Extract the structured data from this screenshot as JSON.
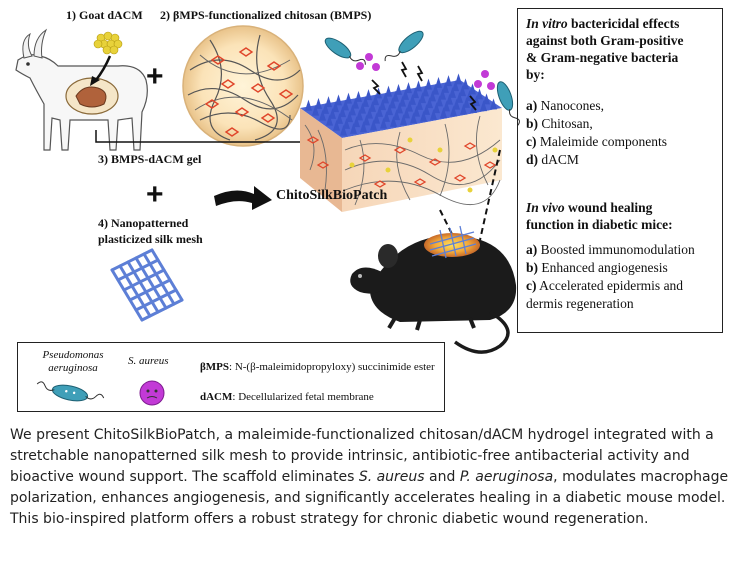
{
  "figure": {
    "label_1": "1) Goat dACM",
    "label_2": "2) βMPS-functionalized chitosan (BMPS)",
    "label_3": "3) BMPS-dACM gel",
    "label_4_line1": "4) Nanopatterned",
    "label_4_line2": "plasticized silk mesh",
    "plus_sign": "+",
    "product_label": "ChitoSilkBioPatch",
    "in_vitro": {
      "heading_italic": "In vitro",
      "heading_line1_rest": " bactericidal effects",
      "heading_line2": "against both Gram-positive",
      "heading_line3": "& Gram-negative bacteria",
      "heading_line4": "by:",
      "items": [
        {
          "marker": "a)",
          "text": " Nanocones,"
        },
        {
          "marker": "b)",
          "text": " Chitosan,"
        },
        {
          "marker": "c)",
          "text": " Maleimide components"
        },
        {
          "marker": "d)",
          "text": " dACM"
        }
      ]
    },
    "in_vivo": {
      "heading_italic": "In vivo",
      "heading_line1_rest": " wound healing",
      "heading_line2": "function in diabetic mice:",
      "items": [
        {
          "marker": "a)",
          "text": " Boosted immunomodulation"
        },
        {
          "marker": "b)",
          "text": " Enhanced angiogenesis"
        },
        {
          "marker": "c)",
          "text": " Accelerated epidermis and"
        }
      ],
      "item_c_line2": "dermis regeneration"
    },
    "legend": {
      "pa_line1": "Pseudomonas",
      "pa_line2": "aeruginosa",
      "sa_label": "S. aureus",
      "bmps_key": "βMPS",
      "bmps_def": ": N-(β-maleimidopropyloxy) succinimide ester",
      "dacm_key": "dACM",
      "dacm_def": ": Decellularized fetal membrane"
    },
    "colors": {
      "nanocone_blue": "#3a56c8",
      "gel_pink": "#f3c7bd",
      "crosslink_red": "#e0452a",
      "bacteria_teal": "#3f9fb8",
      "s_aureus_magenta": "#c23ad6",
      "dacm_yellow": "#e8d23a",
      "mouse_black": "#1b1b1b"
    }
  },
  "caption": {
    "part1": "We present ChitoSilkBioPatch, a maleimide-functionalized chitosan/dACM hydrogel integrated with a stretchable nanopatterned silk mesh to provide intrinsic, antibiotic-free antibacterial activity and bioactive wound support. The scaffold eliminates ",
    "sa_italic": "S. aureus",
    "part2": " and ",
    "pa_italic": "P. aeruginosa",
    "part3": ", modulates macrophage polarization, enhances angiogenesis, and significantly accelerates healing in a diabetic mouse model. This bio-inspired platform offers a robust strategy for chronic diabetic wound regeneration."
  }
}
